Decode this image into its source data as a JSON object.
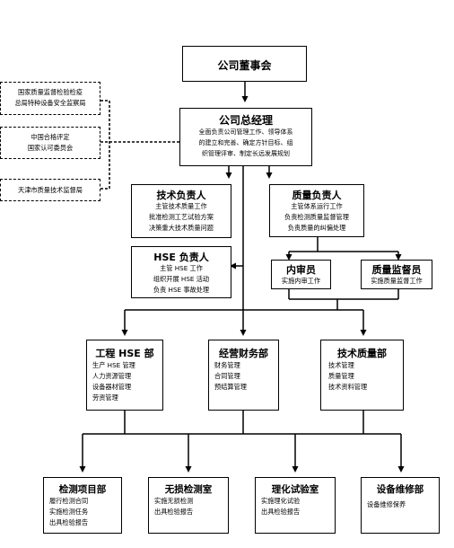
{
  "board": {
    "title": "公司董事会"
  },
  "gm": {
    "title": "公司总经理",
    "lines": [
      "全面负责公司管理工作、领导体系",
      "的建立和完善、确定方针目标、组",
      "织管理评审、制定长远发展规划"
    ]
  },
  "external": [
    {
      "lines": [
        "国家质量监督检验检疫",
        "总局特种设备安全监察局"
      ]
    },
    {
      "lines": [
        "中国合格评定",
        "国家认可委员会"
      ]
    },
    {
      "lines": [
        "天津市质量技术监督局"
      ]
    }
  ],
  "tech_lead": {
    "title": "技术负责人",
    "lines": [
      "主管技术质量工作",
      "批准检测工艺试验方案",
      "决策重大技术质量问题"
    ]
  },
  "quality_lead": {
    "title": "质量负责人",
    "lines": [
      "主管体系运行工作",
      "负责检测质量监督管理",
      "负责质量的纠偏处理"
    ]
  },
  "hse_lead": {
    "title": "HSE 负责人",
    "lines": [
      "主管 HSE 工作",
      "组织开展 HSE 活动",
      "负责 HSE 事故处理"
    ]
  },
  "auditor": {
    "title": "内审员",
    "lines": [
      "实施内审工作"
    ]
  },
  "supervisor": {
    "title": "质量监督员",
    "lines": [
      "实施质量监督工作"
    ]
  },
  "departments": [
    {
      "title": "工程 HSE 部",
      "lines": [
        "生产 HSE 管理",
        "人力资源管理",
        "设备器材管理",
        "劳资管理"
      ]
    },
    {
      "title": "经营财务部",
      "lines": [
        "财务管理",
        "合同管理",
        "预结算管理"
      ]
    },
    {
      "title": "技术质量部",
      "lines": [
        "技术管理",
        "质量管理",
        "技术资料管理"
      ]
    }
  ],
  "units": [
    {
      "title": "检测项目部",
      "lines": [
        "履行检测合同",
        "实施检测任务",
        "出具检验报告"
      ]
    },
    {
      "title": "无损检测室",
      "lines": [
        "实施无损检测",
        "出具检验报告"
      ]
    },
    {
      "title": "理化试验室",
      "lines": [
        "实施理化试验",
        "出具检验报告"
      ]
    },
    {
      "title": "设备维修部",
      "lines": [
        "设备维修保养"
      ]
    }
  ]
}
